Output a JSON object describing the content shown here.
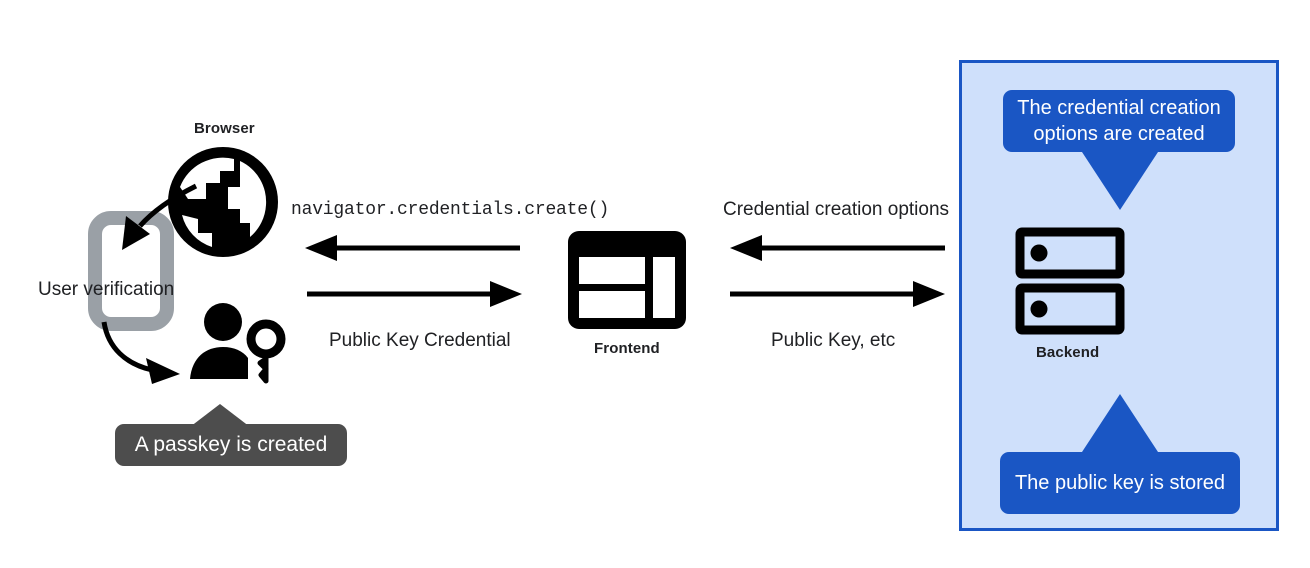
{
  "diagram": {
    "title_nodes": {
      "browser_label": "Browser",
      "frontend_label": "Frontend",
      "backend_label": "Backend"
    },
    "left_section": {
      "user_verification_label": "User verification",
      "passkey_tooltip": "A passkey is created"
    },
    "flows": {
      "browser_to_frontend_top": "navigator.credentials.create()",
      "browser_to_frontend_bottom": "Public Key Credential",
      "frontend_to_backend_top": "Credential creation options",
      "frontend_to_backend_bottom": "Public Key, etc"
    },
    "backend_callouts": {
      "top": "The credential creation options are created",
      "bottom": "The public key is stored"
    },
    "colors": {
      "panel_fill": "#cfe0fb",
      "panel_border": "#1a56c4",
      "callout_blue": "#1a56c4",
      "tooltip_gray": "#4d4d4d",
      "icon_black": "#000000",
      "device_gray": "#9aa0a6",
      "background": "#ffffff"
    },
    "icons": {
      "browser": "globe-icon",
      "device": "smartphone-icon",
      "user_key": "person-with-key-icon",
      "frontend": "window-layout-icon",
      "backend": "server-rack-icon"
    }
  }
}
